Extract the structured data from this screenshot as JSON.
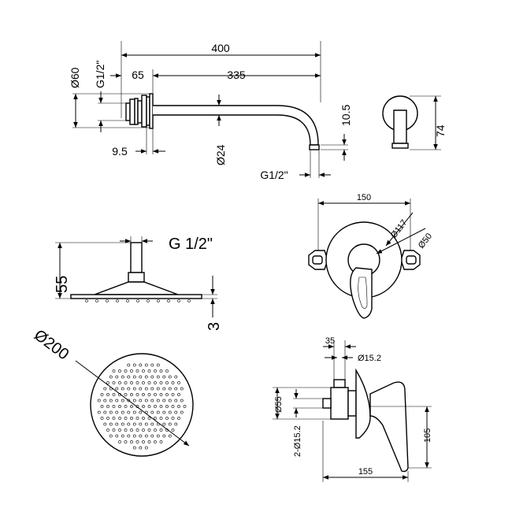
{
  "arm": {
    "total_length": "400",
    "offset": "65",
    "reach": "335",
    "flange_dia": "Ø60",
    "thread_in": "G1/2\"",
    "flange_depth": "9.5",
    "pipe_dia": "Ø24",
    "outlet_height": "10.5",
    "thread_out": "G1/2\"",
    "end_height": "74"
  },
  "head_side": {
    "thread": "G 1/2\"",
    "height": "55",
    "thickness": "3"
  },
  "head_top": {
    "diameter": "Ø200"
  },
  "valve_front": {
    "width": "150",
    "plate_dia": "Ø117",
    "handle_dia": "Ø50"
  },
  "valve_side": {
    "spacing": "35",
    "inlet_dia": "Ø15.2",
    "body_dia": "Ø55",
    "ports": "2-Ø15.2",
    "height": "105",
    "depth": "155"
  }
}
